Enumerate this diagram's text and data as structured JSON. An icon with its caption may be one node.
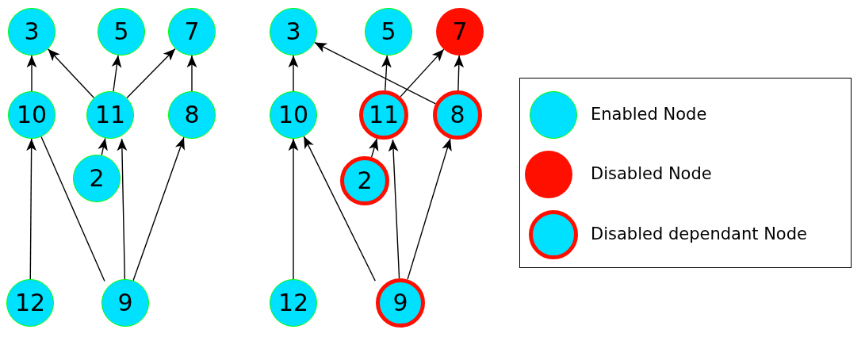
{
  "diagram": {
    "nodes": [
      {
        "text": [
          "3"
        ]
      },
      {
        "text": [
          "5"
        ]
      },
      {
        "text": [
          "7"
        ]
      },
      {
        "text": [
          "10"
        ]
      },
      {
        "text": [
          "11"
        ]
      },
      {
        "text": [
          "8"
        ]
      },
      {
        "text": [
          "2"
        ]
      },
      {
        "text": [
          "12"
        ]
      },
      {
        "text": [
          "9"
        ]
      },
      {
        "text": [
          "3"
        ]
      },
      {
        "text": [
          "5"
        ]
      },
      {
        "text": [
          "7"
        ]
      },
      {
        "text": [
          "10"
        ]
      },
      {
        "text": [
          "11"
        ]
      },
      {
        "text": [
          "8"
        ]
      },
      {
        "text": [
          "2"
        ]
      },
      {
        "text": [
          "12"
        ]
      },
      {
        "text": [
          "9"
        ]
      }
    ],
    "edges": [
      {
        "from": 3,
        "to": 0,
        "arrow": "to"
      },
      {
        "from": 4,
        "to": 0,
        "arrow": "to"
      },
      {
        "from": 4,
        "to": 1,
        "arrow": "to"
      },
      {
        "from": 4,
        "to": 2,
        "arrow": "to"
      },
      {
        "from": 5,
        "to": 2,
        "arrow": "to"
      },
      {
        "from": 7,
        "to": 3,
        "arrow": "to"
      },
      {
        "from": 8,
        "to": 3,
        "arrow": "none"
      },
      {
        "from": 6,
        "to": 4,
        "arrow": "to"
      },
      {
        "from": 8,
        "to": 4,
        "arrow": "to"
      },
      {
        "from": 8,
        "to": 5,
        "arrow": "to"
      },
      {
        "from": 12,
        "to": 9,
        "arrow": "to"
      },
      {
        "from": 14,
        "to": 9,
        "arrow": "to"
      },
      {
        "from": 13,
        "to": 10,
        "arrow": "to"
      },
      {
        "from": 13,
        "to": 11,
        "arrow": "to"
      },
      {
        "from": 14,
        "to": 11,
        "arrow": "to"
      },
      {
        "from": 16,
        "to": 12,
        "arrow": "to"
      },
      {
        "from": 17,
        "to": 12,
        "arrow": "to"
      },
      {
        "from": 15,
        "to": 13,
        "arrow": "to"
      },
      {
        "from": 17,
        "to": 13,
        "arrow": "to"
      },
      {
        "from": 17,
        "to": 14,
        "arrow": "to"
      }
    ],
    "legend": [
      {
        "text": "Enabled Node",
        "color": "#00e1ff"
      },
      {
        "text": "Disabled Node",
        "color": "#ff0f00"
      },
      {
        "text": "Disabled dependant Node"
      }
    ]
  }
}
